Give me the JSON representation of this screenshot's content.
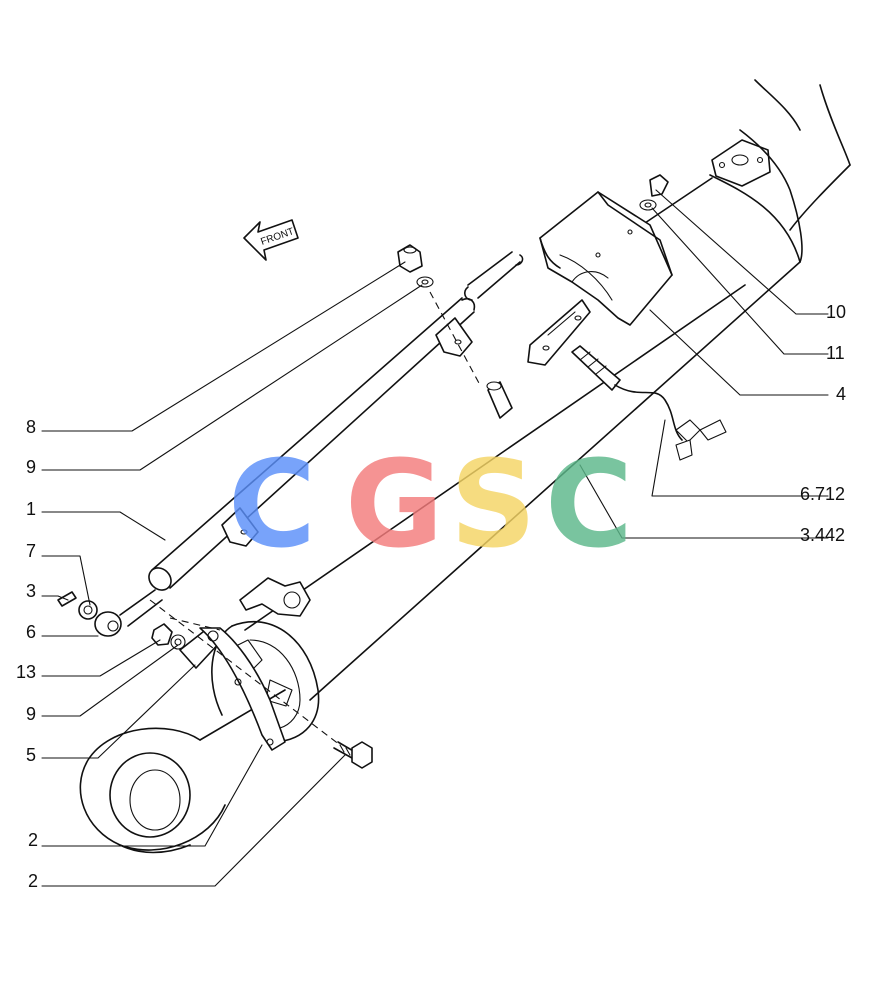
{
  "diagram": {
    "front_label": "FRONT",
    "callouts": [
      {
        "id": "c8",
        "text": "8"
      },
      {
        "id": "c9a",
        "text": "9"
      },
      {
        "id": "c1",
        "text": "1"
      },
      {
        "id": "c7",
        "text": "7"
      },
      {
        "id": "c3",
        "text": "3"
      },
      {
        "id": "c6",
        "text": "6"
      },
      {
        "id": "c13",
        "text": "13"
      },
      {
        "id": "c9b",
        "text": "9"
      },
      {
        "id": "c5",
        "text": "5"
      },
      {
        "id": "c2a",
        "text": "2"
      },
      {
        "id": "c2b",
        "text": "2"
      },
      {
        "id": "c10",
        "text": "10"
      },
      {
        "id": "c11",
        "text": "11"
      },
      {
        "id": "c4",
        "text": "4"
      },
      {
        "id": "c6712",
        "text": "6.712"
      },
      {
        "id": "c3442",
        "text": "3.442"
      }
    ],
    "watermark": {
      "letters": [
        "C",
        "G",
        "S",
        "C"
      ],
      "colors": [
        "#5b8ff9",
        "#f47c7c",
        "#f5d565",
        "#5cb88a"
      ]
    }
  }
}
